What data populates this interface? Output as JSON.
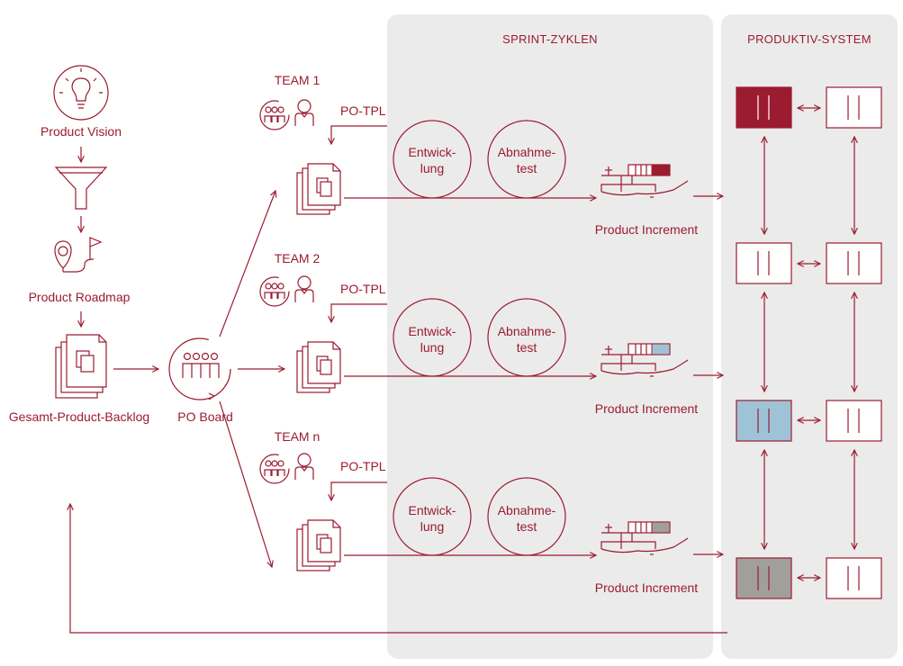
{
  "colors": {
    "accent": "#9b1b30",
    "panel": "#ebebeb",
    "blue": "#9fc3d6",
    "gray": "#a19f9c"
  },
  "sections": {
    "sprint": "SPRINT-ZYKLEN",
    "produktiv": "PRODUKTIV-SYSTEM"
  },
  "left": {
    "vision": "Product Vision",
    "roadmap": "Product Roadmap",
    "backlog": "Gesamt-Product-Backlog",
    "board": "PO Board"
  },
  "teams": [
    {
      "name": "TEAM 1",
      "po": "PO-TPL",
      "step1a": "Entwick-",
      "step1b": "lung",
      "step2a": "Abnahme-",
      "step2b": "test",
      "increment": "Product Increment",
      "color": "#9b1b30"
    },
    {
      "name": "TEAM 2",
      "po": "PO-TPL",
      "step1a": "Entwick-",
      "step1b": "lung",
      "step2a": "Abnahme-",
      "step2b": "test",
      "increment": "Product Increment",
      "color": "#9fc3d6"
    },
    {
      "name": "TEAM n",
      "po": "PO-TPL",
      "step1a": "Entwick-",
      "step1b": "lung",
      "step2a": "Abnahme-",
      "step2b": "test",
      "increment": "Product Increment",
      "color": "#a19f9c"
    }
  ]
}
